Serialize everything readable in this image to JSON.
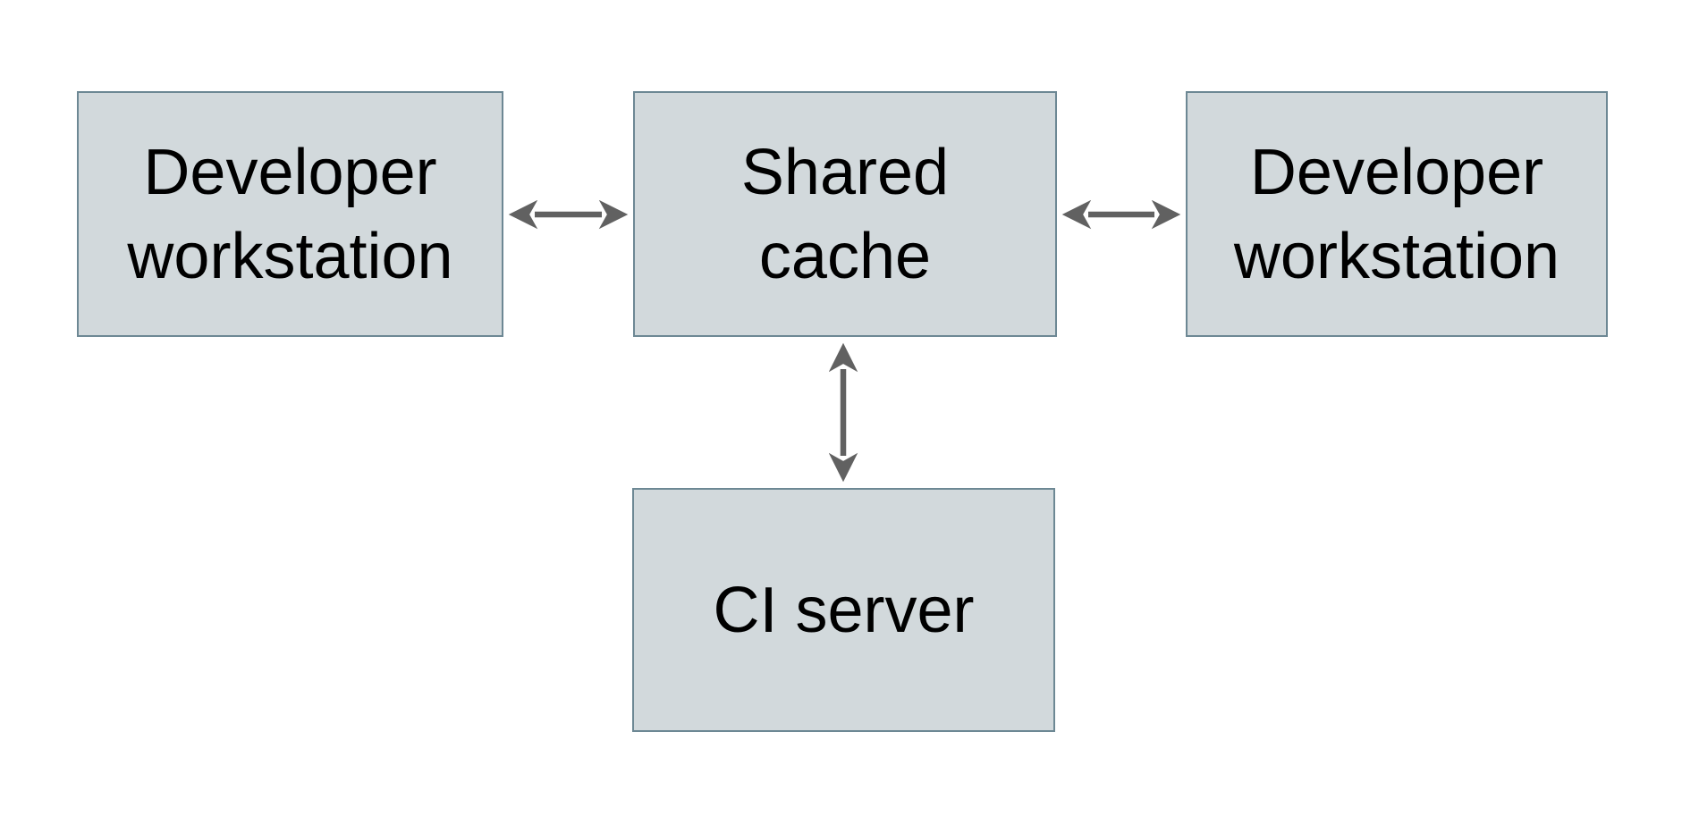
{
  "diagram": {
    "type": "architecture-diagram",
    "background_color": "#ffffff",
    "node_fill_color": "#d2d9dc",
    "node_border_color": "#6d8894",
    "arrow_color": "#616161",
    "text_color": "#000000",
    "nodes": [
      {
        "id": "developer-workstation-left",
        "lines": [
          "Developer",
          "workstation"
        ]
      },
      {
        "id": "shared-cache",
        "lines": [
          "Shared",
          "cache"
        ]
      },
      {
        "id": "developer-workstation-right",
        "lines": [
          "Developer",
          "workstation"
        ]
      },
      {
        "id": "ci-server",
        "lines": [
          "CI server"
        ]
      }
    ],
    "edges": [
      {
        "from": "developer-workstation-left",
        "to": "shared-cache",
        "direction": "bidirectional"
      },
      {
        "from": "shared-cache",
        "to": "developer-workstation-right",
        "direction": "bidirectional"
      },
      {
        "from": "shared-cache",
        "to": "ci-server",
        "direction": "bidirectional"
      }
    ]
  }
}
